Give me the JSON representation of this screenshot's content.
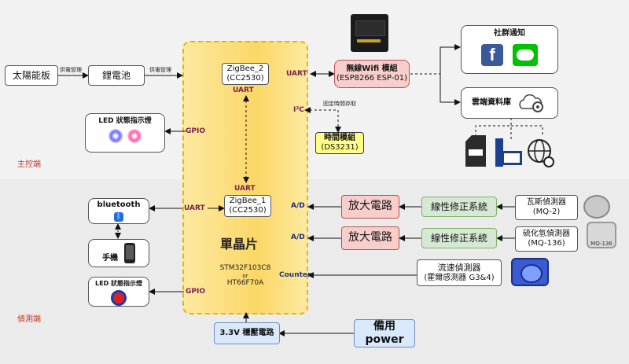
{
  "zones": {
    "top": "主控端",
    "bottom": "偵測端"
  },
  "mcu": {
    "title": "單晶片",
    "model_a": "STM32F103C8",
    "or": "or",
    "model_b": "HT66F70A"
  },
  "zigbee2": {
    "name": "ZigBee_2",
    "chip": "(CC2530)",
    "port_right": "UART",
    "port_bottom": "UART",
    "port_i2c": "I²C"
  },
  "zigbee1": {
    "name": "ZigBee_1",
    "chip": "(CC2530)",
    "port_top": "UART"
  },
  "solar": "太陽能板",
  "battery": "鋰電池",
  "supply_label": "供電管理",
  "wifi": {
    "title": "無線Wifi 模組",
    "sub": "(ESP8266 ESP-01)"
  },
  "social": {
    "title": "社群通知"
  },
  "cloud": {
    "title": "雲端資料庫"
  },
  "rtc": {
    "title": "時間模組",
    "sub": "(DS3231)",
    "link": "固定時間存取"
  },
  "led_top": {
    "label": "LED 狀態指示燈",
    "port": "GPIO"
  },
  "bluetooth": {
    "label": "bluetooth",
    "port": "UART"
  },
  "phone": {
    "label": "手機"
  },
  "led_bottom": {
    "label": "LED 狀態指示燈",
    "port": "GPIO"
  },
  "amp1": "放大電路",
  "amp2": "放大電路",
  "lin1": "線性修正系統",
  "lin2": "線性修正系統",
  "ad1": "A/D",
  "ad2": "A/D",
  "counter": "Counter",
  "sensor_gas": {
    "name": "瓦斯偵測器",
    "model": "(MQ-2)"
  },
  "sensor_h2s": {
    "name": "硫化氫偵測器",
    "model": "(MQ-136)"
  },
  "sensor_flow": {
    "name": "流速偵測器",
    "model": "(霍爾感測器 G3&4)"
  },
  "sensor_pic_label": "MQ-136",
  "regulator": "3.3V 穩壓電路",
  "backup": "備用power",
  "colors": {
    "mcu_fill": "#fbd766",
    "mcu_border": "#e6b800",
    "accent_red": "#b85450",
    "accent_green": "#82b366"
  }
}
